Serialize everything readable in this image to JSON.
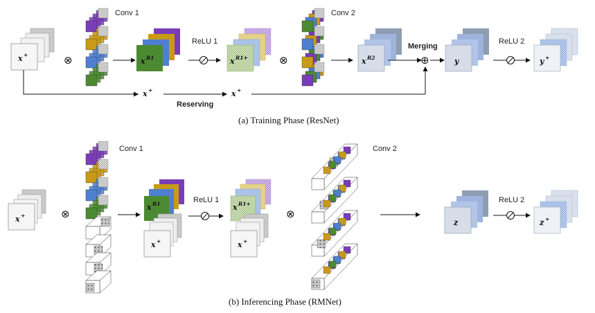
{
  "colors": {
    "purple": "#7a3db8",
    "gold": "#c99a16",
    "blue": "#4f7fd0",
    "green": "#4c8a32",
    "light_purple": "#c8a6e8",
    "light_gold": "#efd98a",
    "light_blue": "#a9c3ec",
    "light_green": "#c9ddb4",
    "slate": "#8e9db2",
    "mid_blue": "#9fb4dd",
    "pale": "#dfe4ec",
    "gray_texture": "#bcbcbc"
  },
  "top": {
    "input": {
      "base": "x",
      "sup": "+"
    },
    "conv1_label": "Conv 1",
    "xr1": {
      "base": "x",
      "sup": "R1"
    },
    "relu1_label": "ReLU 1",
    "xr1p": {
      "base": "x",
      "sup": "R1+"
    },
    "conv2_label": "Conv 2",
    "xr2": {
      "base": "x",
      "sup": "R2"
    },
    "merging_label": "Merging",
    "y": {
      "base": "y"
    },
    "relu2_label": "ReLU 2",
    "yplus": {
      "base": "y",
      "sup": "+"
    },
    "skip1": {
      "base": "x",
      "sup": "+"
    },
    "skip2": {
      "base": "x",
      "sup": "+"
    },
    "reserving_label": "Reserving",
    "caption": "(a)  Training Phase (ResNet)"
  },
  "bottom": {
    "input": {
      "base": "x",
      "sup": "+"
    },
    "conv1_label": "Conv 1",
    "xr1": {
      "base": "x",
      "sup": "R1"
    },
    "xplus1": {
      "base": "x",
      "sup": "+"
    },
    "relu1_label": "ReLU 1",
    "xr1p": {
      "base": "x",
      "sup": "R1+"
    },
    "xplus2": {
      "base": "x",
      "sup": "+"
    },
    "conv2_label": "Conv 2",
    "z": {
      "base": "z"
    },
    "relu2_label": "ReLU 2",
    "zplus": {
      "base": "z",
      "sup": "+"
    },
    "caption": "(b)  Inferencing Phase (RMNet)"
  },
  "symbols": {
    "otimes": "⊗",
    "oplus": "⊕",
    "relu": "⊘"
  }
}
